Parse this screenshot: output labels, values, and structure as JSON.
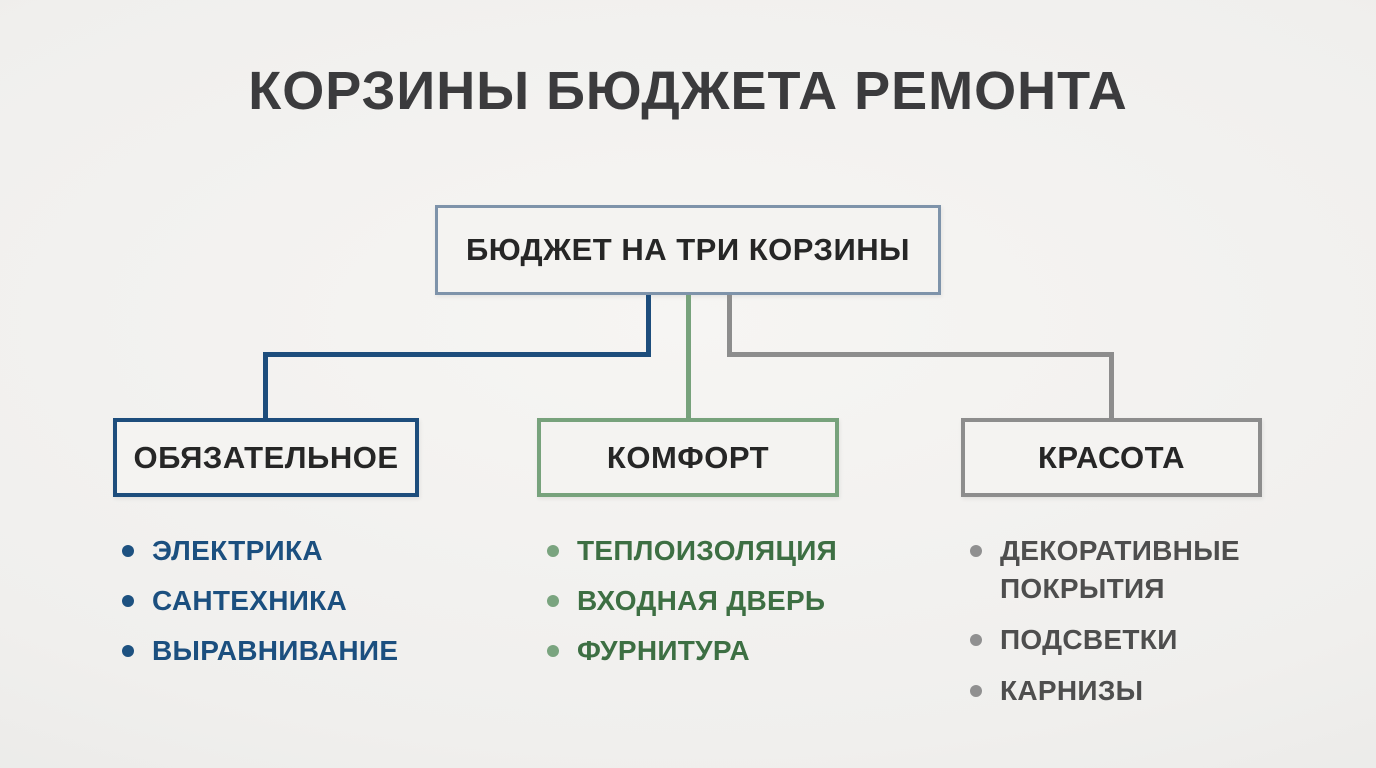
{
  "page": {
    "title": "КОРЗИНЫ БЮДЖЕТА РЕМОНТА"
  },
  "colors": {
    "background": "#f0efed",
    "title_text": "#3b3b3d",
    "node_fill": "#f4f3f1",
    "node_text": "#262626",
    "root_border": "#7e93aa"
  },
  "root": {
    "label": "БЮДЖЕТ НА ТРИ КОРЗИНЫ"
  },
  "columns": [
    {
      "label": "ОБЯЗАТЕЛЬНОЕ",
      "accent": "#1d4d7c",
      "text_color": "#1b4f7f",
      "bullet_color": "#1d5180",
      "items": [
        "ЭЛЕКТРИКА",
        "САНТЕХНИКА",
        "ВЫРАВНИВАНИЕ"
      ]
    },
    {
      "label": "КОМФОРТ",
      "accent": "#77a27c",
      "text_color": "#3d6f43",
      "bullet_color": "#7aa47f",
      "items": [
        "ТЕПЛОИЗОЛЯЦИЯ",
        "ВХОДНАЯ ДВЕРЬ",
        "ФУРНИТУРА"
      ]
    },
    {
      "label": "КРАСОТА",
      "accent": "#8d8d8d",
      "text_color": "#4e4e4e",
      "bullet_color": "#909090",
      "items": [
        "ДЕКОРАТИВНЫЕ ПОКРЫТИЯ",
        "ПОДСВЕТКИ",
        "КАРНИЗЫ"
      ]
    }
  ]
}
